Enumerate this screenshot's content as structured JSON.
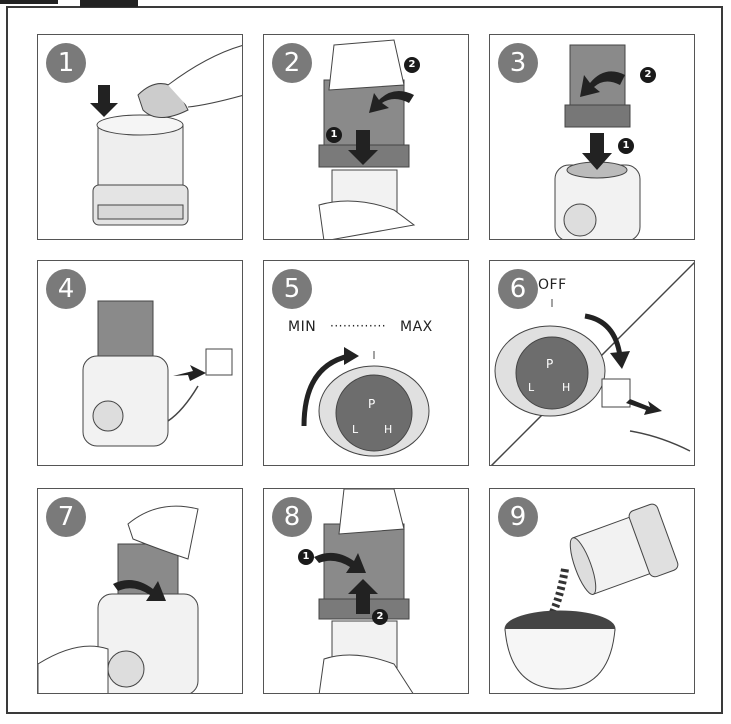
{
  "panels": [
    {
      "step": "1"
    },
    {
      "step": "2",
      "marks": [
        "2",
        "1"
      ]
    },
    {
      "step": "3",
      "marks": [
        "2",
        "1"
      ]
    },
    {
      "step": "4"
    },
    {
      "step": "5",
      "speed_min": "MIN",
      "speed_dots": "·············",
      "speed_max": "MAX",
      "buttons": {
        "pulse": "P",
        "left": "L",
        "high": "H"
      }
    },
    {
      "step": "6",
      "off_label": "OFF",
      "buttons": {
        "pulse": "P",
        "left": "L",
        "high": "H"
      }
    },
    {
      "step": "7"
    },
    {
      "step": "8",
      "marks": [
        "1",
        "2"
      ]
    },
    {
      "step": "9"
    }
  ],
  "colors": {
    "badge": "#7a7a7a",
    "jar": "#8a8a8a",
    "outline": "#444444",
    "base": "#e8e8e8"
  }
}
